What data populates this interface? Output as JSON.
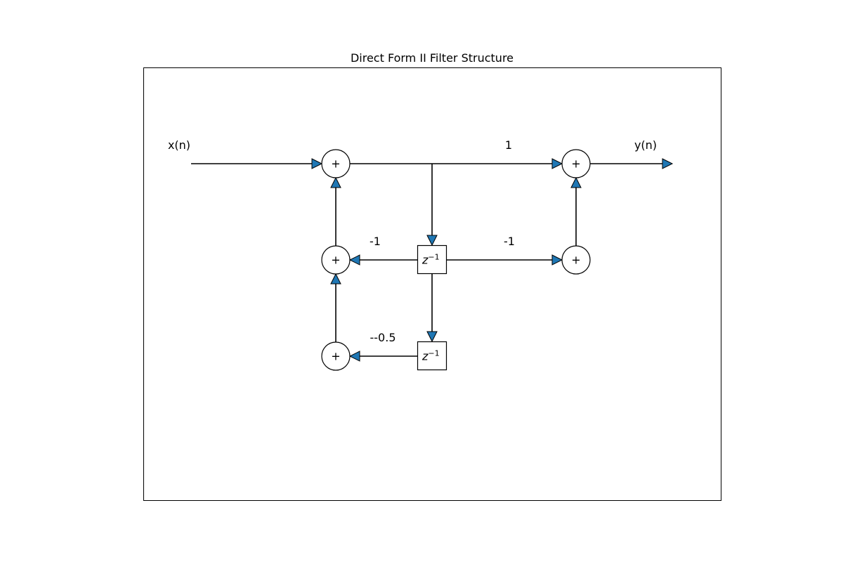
{
  "title": "Direct Form II Filter Structure",
  "signals": {
    "input": "x(n)",
    "output": "y(n)"
  },
  "adder_symbol": "+",
  "delay": {
    "base": "z",
    "exponent": "−1"
  },
  "coefficients": {
    "b0": "1",
    "a1": "-1",
    "b1": "-1",
    "a2": "--0.5"
  },
  "colors": {
    "arrow_fill": "#1f77b4",
    "line": "#000000",
    "background": "#ffffff"
  }
}
